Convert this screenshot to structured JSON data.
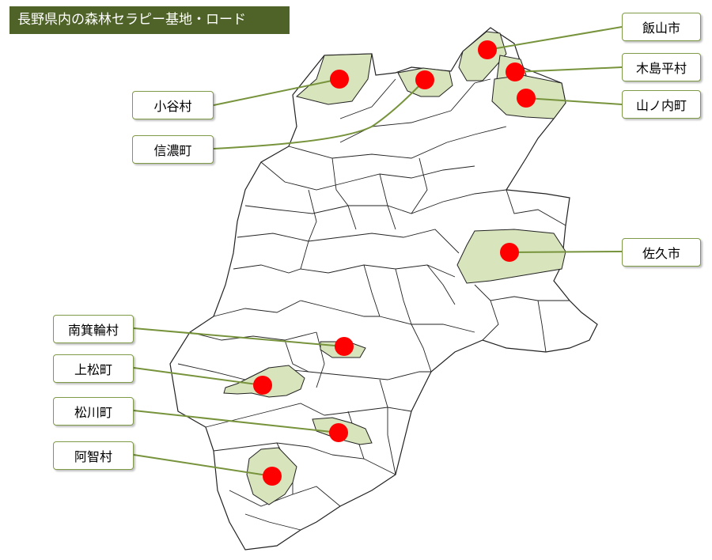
{
  "title": "長野県内の森林セラピー基地・ロード",
  "colors": {
    "title_bg": "#4f6228",
    "title_text": "#ffffff",
    "highlight_fill": "#d8e4bc",
    "leader_line": "#77933c",
    "marker": "#ff0000",
    "boundary": "#222222"
  },
  "sites": [
    {
      "id": "iiyama",
      "label": "飯山市"
    },
    {
      "id": "kijimadaira",
      "label": "木島平村"
    },
    {
      "id": "yamanouchi",
      "label": "山ノ内町"
    },
    {
      "id": "otari",
      "label": "小谷村"
    },
    {
      "id": "shinano",
      "label": "信濃町"
    },
    {
      "id": "saku",
      "label": "佐久市"
    },
    {
      "id": "minamiminowa",
      "label": "南箕輪村"
    },
    {
      "id": "agematsu",
      "label": "上松町"
    },
    {
      "id": "matsukawa",
      "label": "松川町"
    },
    {
      "id": "achi",
      "label": "阿智村"
    }
  ]
}
